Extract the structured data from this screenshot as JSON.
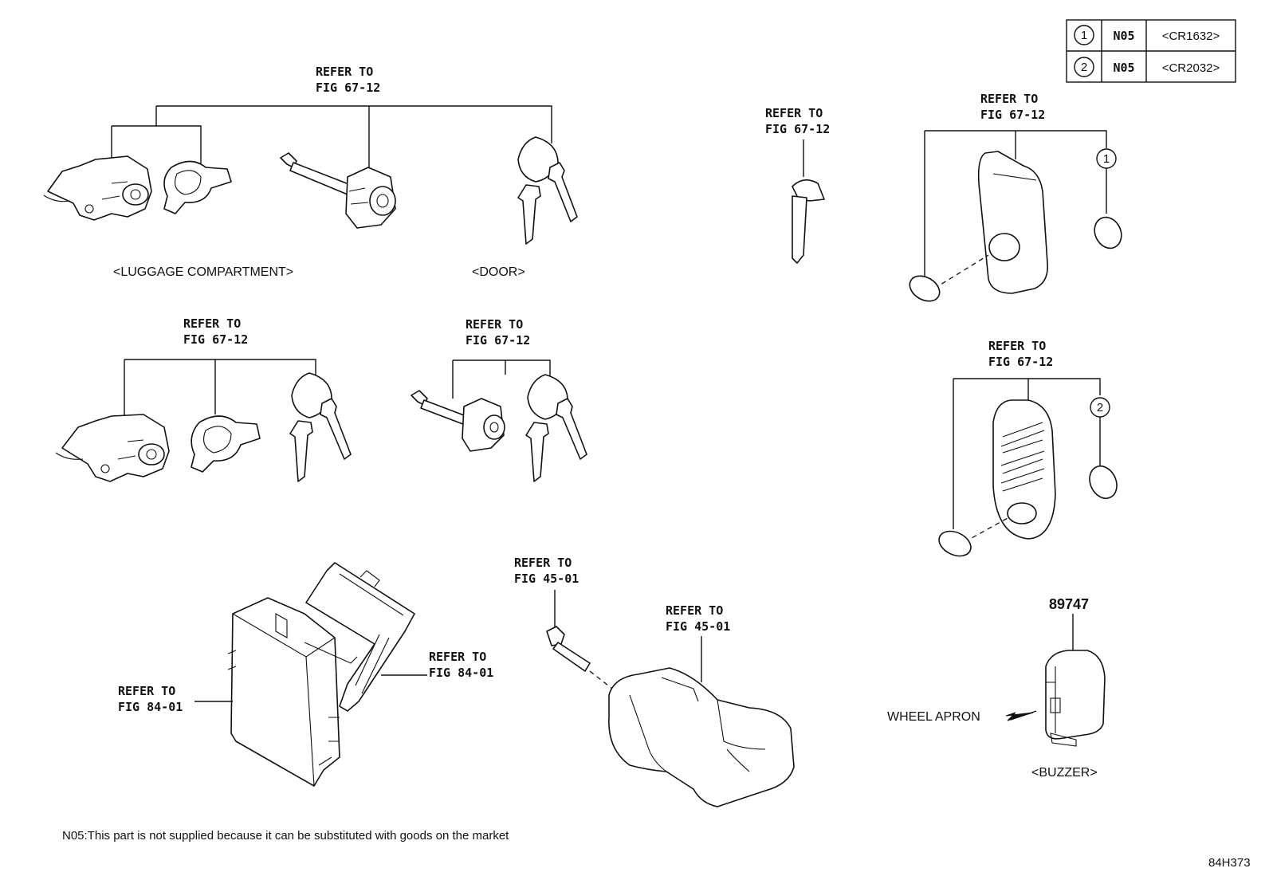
{
  "diagram": {
    "battery_table": {
      "rows": [
        {
          "ref": "1",
          "code": "N05",
          "spec": "<CR1632>"
        },
        {
          "ref": "2",
          "code": "N05",
          "spec": "<CR2032>"
        }
      ]
    },
    "refer_labels": {
      "luggage_door_top": [
        "REFER TO",
        "FIG 67-12"
      ],
      "blank_key": [
        "REFER TO",
        "FIG 67-12"
      ],
      "smart_key_1": [
        "REFER TO",
        "FIG 67-12"
      ],
      "smart_key_2": [
        "REFER TO",
        "FIG 67-12"
      ],
      "cylinder_set_left": [
        "REFER TO",
        "FIG 67-12"
      ],
      "cylinder_set_right": [
        "REFER TO",
        "FIG 67-12"
      ],
      "bolt": [
        "REFER TO",
        "FIG 45-01"
      ],
      "steering_cover": [
        "REFER TO",
        "FIG 45-01"
      ],
      "ecu_bracket": [
        "REFER TO",
        "FIG 84-01"
      ],
      "ecu_box": [
        "REFER TO",
        "FIG 84-01"
      ]
    },
    "captions": {
      "luggage": "<LUGGAGE COMPARTMENT>",
      "door": "<DOOR>",
      "buzzer": "<BUZZER>",
      "wheel_apron": "WHEEL APRON"
    },
    "part_number_buzzer": "89747",
    "callouts": [
      "1",
      "2"
    ],
    "footnote": "N05:This part is not supplied because it can be substituted with goods on the market",
    "figure_id": "84H373"
  }
}
